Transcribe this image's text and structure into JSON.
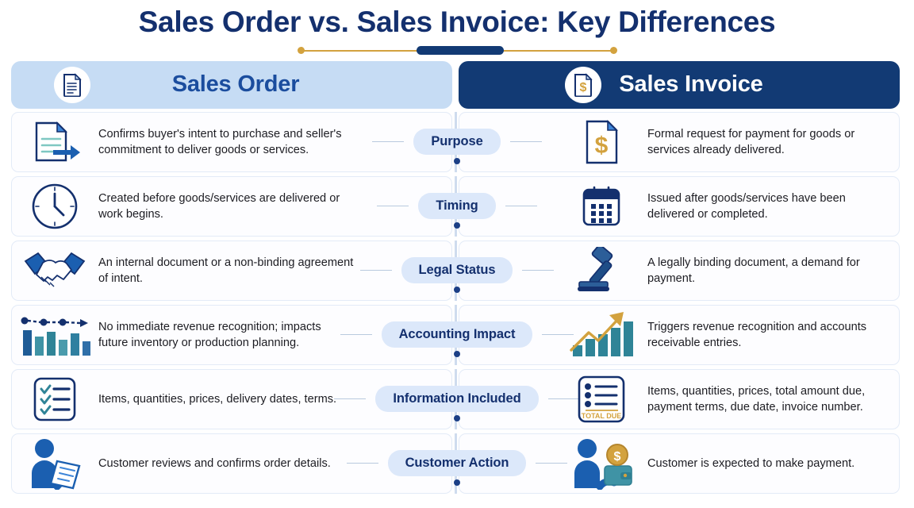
{
  "title": "Sales Order vs. Sales Invoice: Key Differences",
  "colors": {
    "navy": "#123a74",
    "deep_navy": "#14306e",
    "light_blue": "#c6dcf4",
    "pill_blue": "#dce8fa",
    "gold": "#d3a23e",
    "teal": "#2c7f8f"
  },
  "headers": {
    "left": {
      "label": "Sales Order",
      "icon": "document-icon"
    },
    "right": {
      "label": "Sales Invoice",
      "icon": "invoice-dollar-icon"
    }
  },
  "divider": {
    "left_dot": "dot",
    "right_dot": "dot",
    "center_bar": "bar"
  },
  "rows": [
    {
      "center_label": "Purpose",
      "left": {
        "icon": "document-arrow-icon",
        "text": "Confirms buyer's intent to purchase and seller's commitment to deliver goods or services."
      },
      "right": {
        "icon": "invoice-dollar-icon",
        "text": "Formal request for payment for goods or services already delivered."
      }
    },
    {
      "center_label": "Timing",
      "left": {
        "icon": "clock-icon",
        "text": "Created before goods/services are delivered or work begins."
      },
      "right": {
        "icon": "calendar-icon",
        "text": "Issued after goods/services have been delivered or completed."
      }
    },
    {
      "center_label": "Legal Status",
      "left": {
        "icon": "handshake-icon",
        "text": "An internal document or a non-binding agreement of intent."
      },
      "right": {
        "icon": "gavel-icon",
        "text": "A legally binding document, a demand for payment."
      }
    },
    {
      "center_label": "Accounting Impact",
      "left": {
        "icon": "bar-chart-dashed-arrow-icon",
        "text": "No immediate revenue recognition; impacts future inventory or production planning."
      },
      "right": {
        "icon": "bar-chart-growth-arrow-icon",
        "text": "Triggers revenue recognition and accounts receivable entries."
      }
    },
    {
      "center_label": "Information Included",
      "left": {
        "icon": "checklist-icon",
        "text": "Items, quantities, prices, delivery dates, terms."
      },
      "right": {
        "icon": "total-due-list-icon",
        "icon_label": "TOTAL DUE",
        "text": "Items, quantities, prices, total amount due, payment terms, due date, invoice number."
      }
    },
    {
      "center_label": "Customer Action",
      "left": {
        "icon": "person-reviewing-document-icon",
        "text": "Customer reviews and confirms order details."
      },
      "right": {
        "icon": "person-paying-wallet-icon",
        "text": "Customer is expected to make payment."
      }
    }
  ]
}
